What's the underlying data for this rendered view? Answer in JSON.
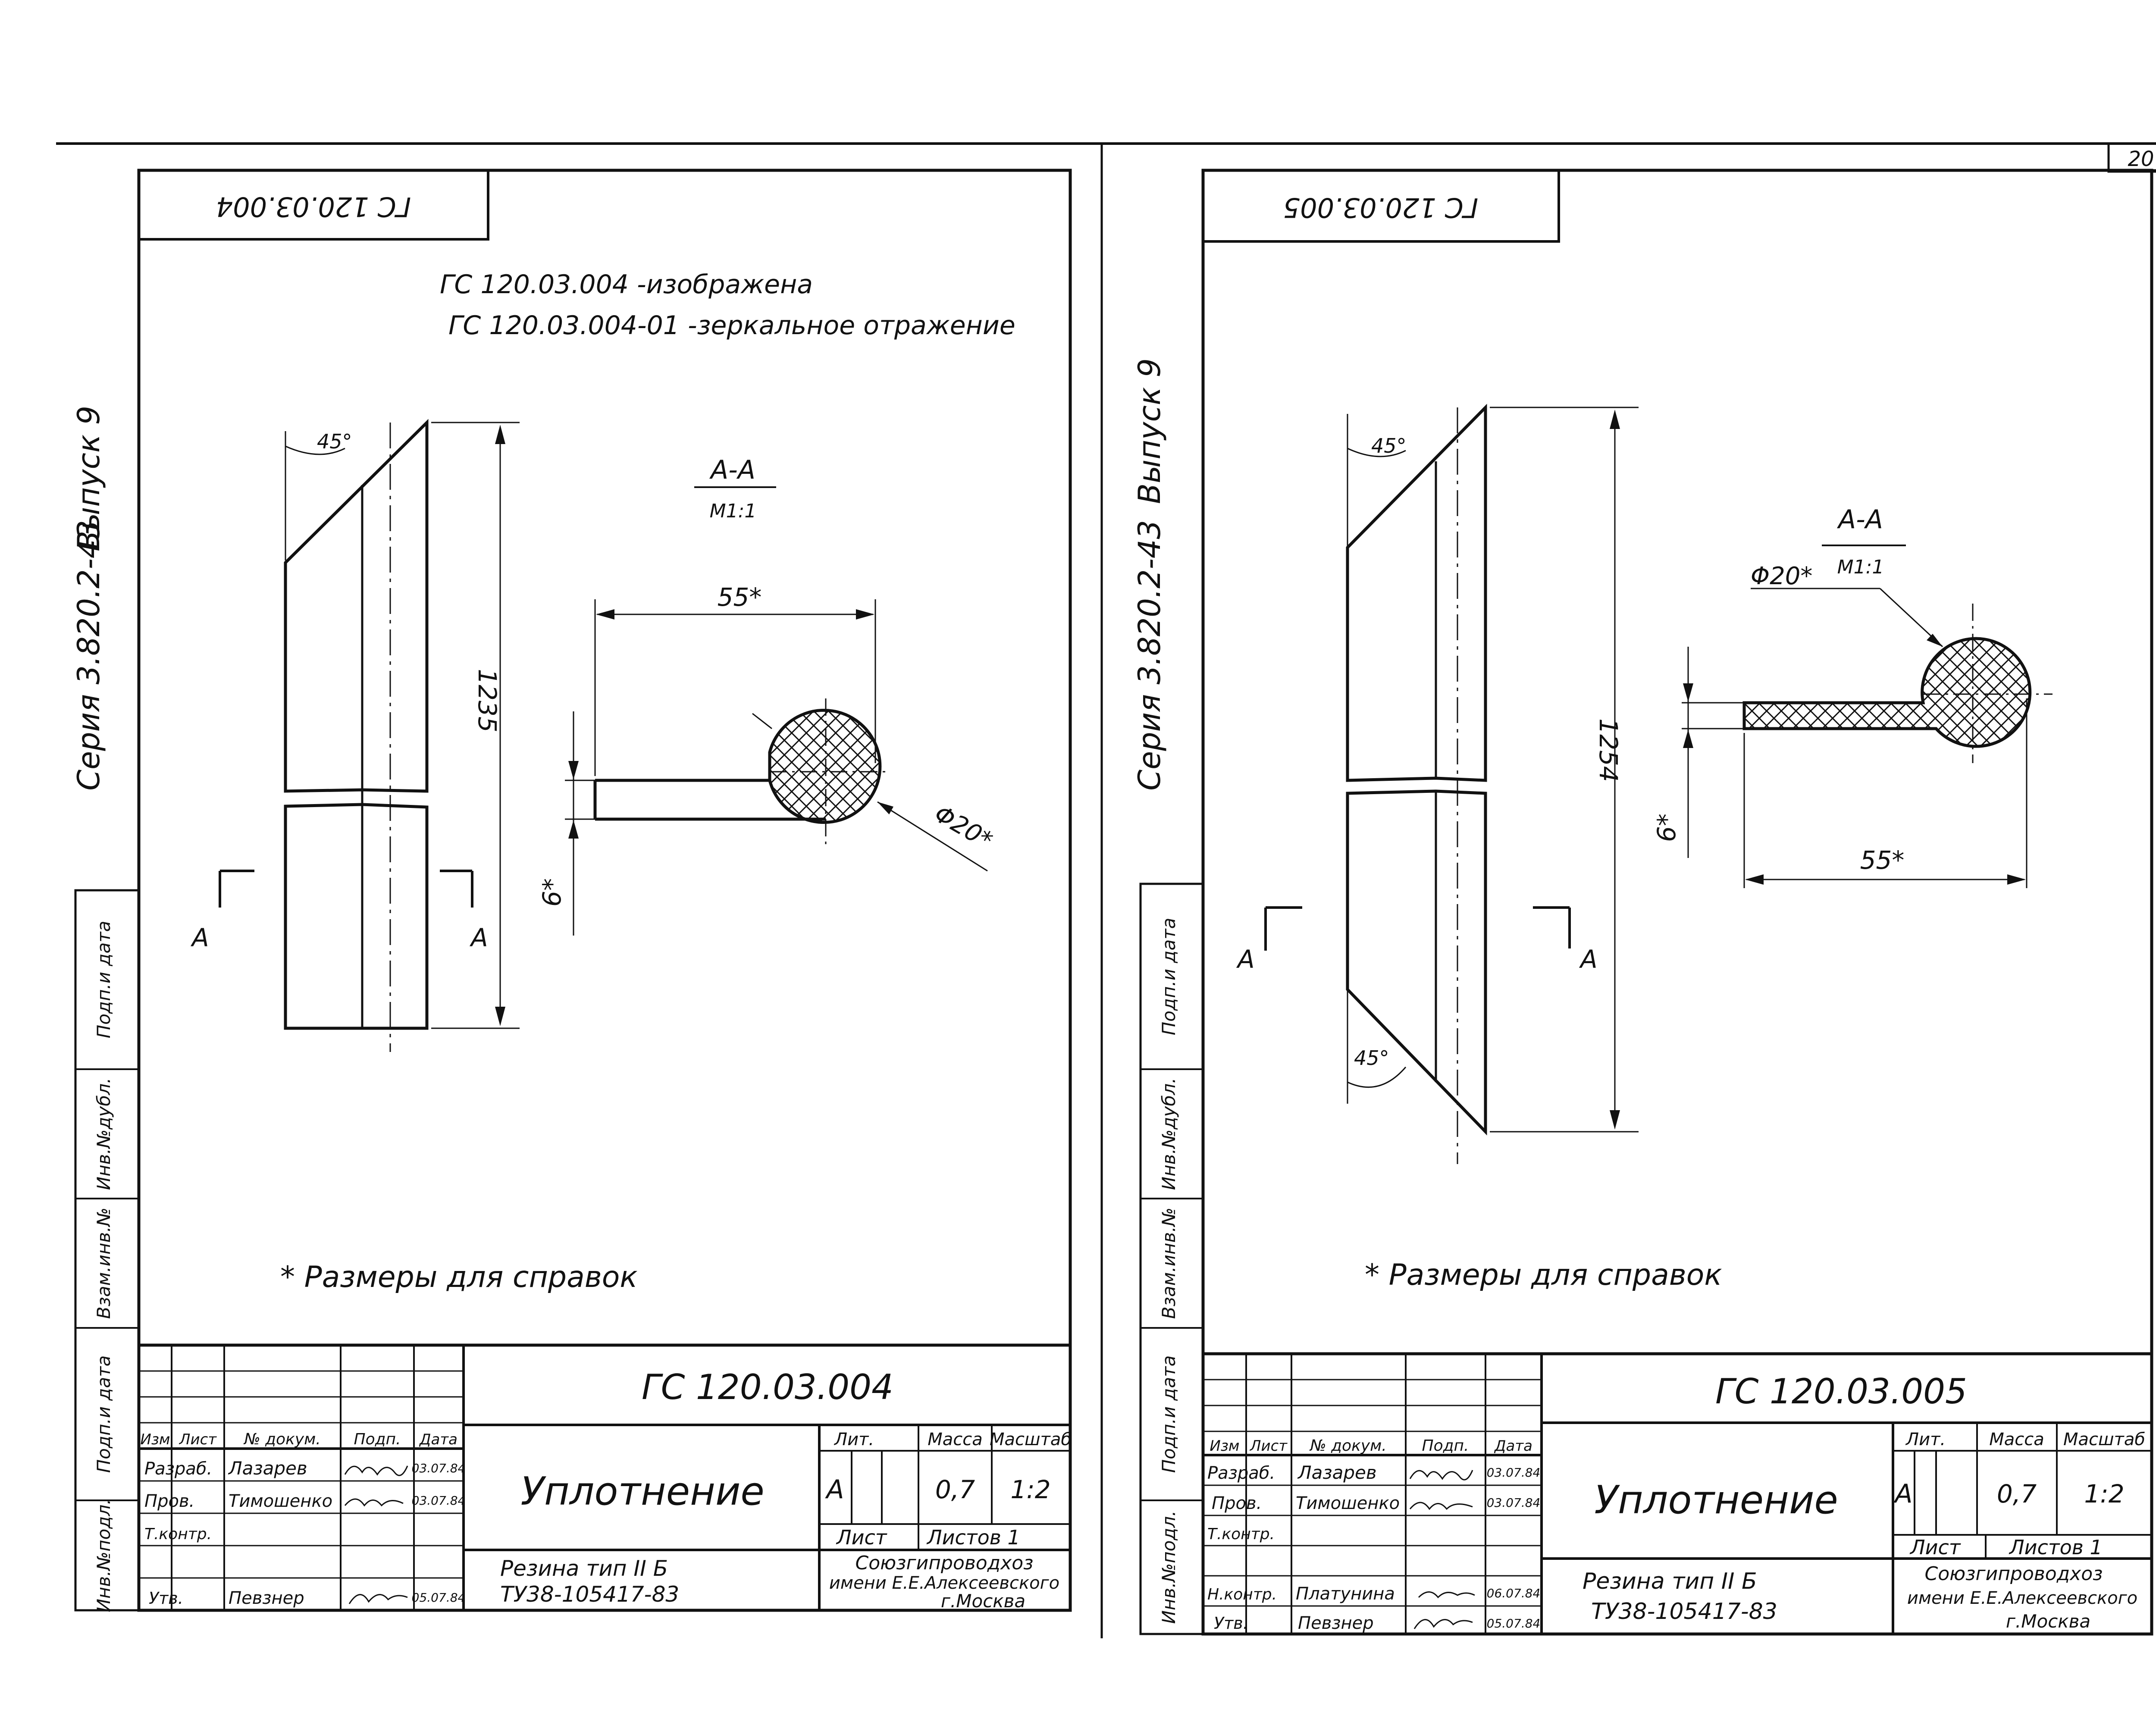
{
  "page_number": "20",
  "colors": {
    "ink": "#111111",
    "paper": "#ffffff"
  },
  "left_sheet": {
    "stamp_code": "ГС 120.03.004",
    "header_notes": [
      "ГС 120.03.004 -изображена",
      "ГС 120.03.004-01 -зеркальное отражение"
    ],
    "side_series": "Серия 3.820.2-43",
    "side_issue": "Выпуск 9",
    "margin_labels": [
      "Инв.№подл.",
      "Подп.и дата",
      "Взам.инв.№",
      "Инв.№дубл.",
      "Подп.и дата"
    ],
    "section_label": "А-А",
    "section_scale": "М1:1",
    "dim_width": "55*",
    "dim_length": "1235",
    "dim_thickness": "6*",
    "dim_diameter": "Φ20*",
    "angle": "45°",
    "section_marker": "А",
    "reference_note": "* Размеры для справок",
    "title_block": {
      "doc_code": "ГС 120.03.004",
      "name": "Уплотнение",
      "material_1": "Резина тип ІІ Б",
      "material_2": "ТУ38-105417-83",
      "org_1": "Союзгипроводхоз",
      "org_2": "имени Е.Е.Алексеевского",
      "org_3": "г.Москва",
      "col_headers": [
        "Изм",
        "Лист",
        "№ докум.",
        "Подп.",
        "Дата"
      ],
      "roles": [
        "Разраб.",
        "Пров.",
        "Т.контр.",
        "",
        "Утв."
      ],
      "names": [
        "Лазарев",
        "Тимошенко",
        "",
        "",
        "Певзнер"
      ],
      "dates": [
        "03.07.84",
        "03.07.84",
        "",
        "",
        "05.07.84"
      ],
      "lit_header": "Лит.",
      "mass_header": "Масса",
      "scale_header": "Масштаб",
      "lit": "А",
      "mass": "0,7",
      "scale": "1:2",
      "sheet_label": "Лист",
      "sheets_label": "Листов 1"
    }
  },
  "right_sheet": {
    "stamp_code": "ГС 120.03.005",
    "side_series": "Серия 3.820.2-43",
    "side_issue": "Выпуск 9",
    "margin_labels": [
      "Инв.№подл.",
      "Подп.и дата",
      "Взам.инв.№",
      "Инв.№дубл.",
      "Подп.и дата"
    ],
    "section_label": "А-А",
    "section_scale": "М1:1",
    "dim_width": "55*",
    "dim_length": "1254",
    "dim_thickness": "6*",
    "dim_diameter": "Φ20*",
    "angle": "45°",
    "section_marker": "А",
    "reference_note": "* Размеры для справок",
    "title_block": {
      "doc_code": "ГС 120.03.005",
      "name": "Уплотнение",
      "material_1": "Резина тип ІІ Б",
      "material_2": "ТУ38-105417-83",
      "org_1": "Союзгипроводхоз",
      "org_2": "имени Е.Е.Алексеевского",
      "org_3": "г.Москва",
      "col_headers": [
        "Изм",
        "Лист",
        "№ докум.",
        "Подп.",
        "Дата"
      ],
      "roles": [
        "Разраб.",
        "Пров.",
        "Т.контр.",
        "Н.контр.",
        "Утв."
      ],
      "names": [
        "Лазарев",
        "Тимошенко",
        "",
        "Платунина",
        "Певзнер"
      ],
      "dates": [
        "03.07.84",
        "03.07.84",
        "",
        "06.07.84",
        "05.07.84"
      ],
      "lit_header": "Лит.",
      "mass_header": "Масса",
      "scale_header": "Масштаб",
      "lit": "А",
      "mass": "0,7",
      "scale": "1:2",
      "sheet_label": "Лист",
      "sheets_label": "Листов 1"
    }
  }
}
